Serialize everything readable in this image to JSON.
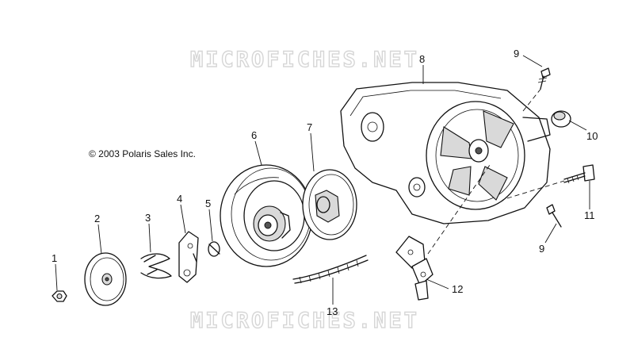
{
  "watermark": "MICROFICHES.NET",
  "copyright": "© 2003 Polaris Sales Inc.",
  "callouts": [
    "1",
    "2",
    "3",
    "4",
    "5",
    "6",
    "7",
    "8",
    "9",
    "9",
    "10",
    "11",
    "12",
    "13"
  ]
}
